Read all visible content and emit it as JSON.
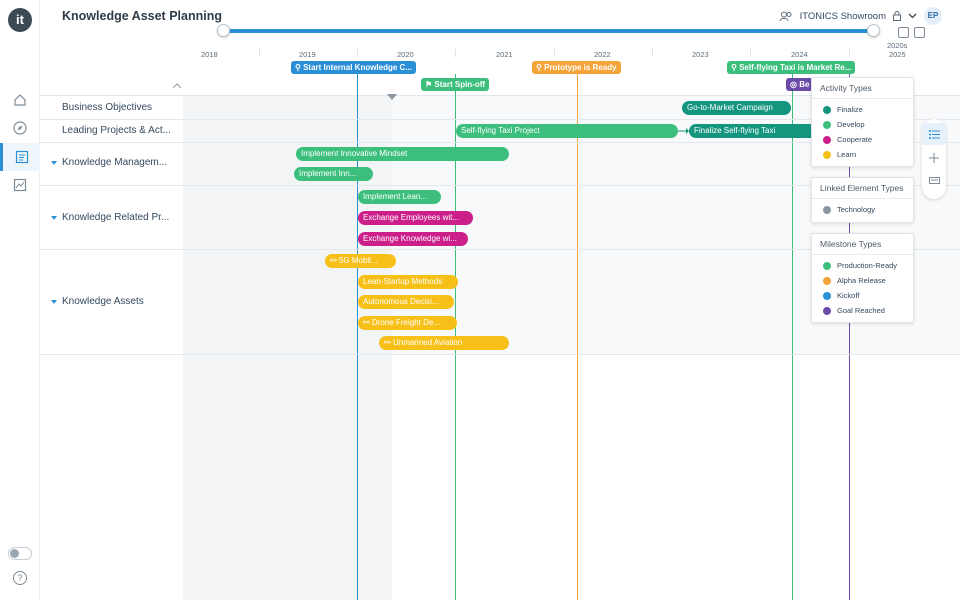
{
  "app": {
    "logo": "it",
    "title": "Knowledge Asset Planning",
    "workspace": "ITONICS Showroom",
    "user_initials": "EP"
  },
  "nav": {
    "items": [
      "home-icon",
      "compass-icon",
      "roadmap-icon",
      "chart-icon"
    ]
  },
  "timeline": {
    "decade_label": "2020s",
    "years": [
      "2018",
      "2019",
      "2020",
      "2021",
      "2022",
      "2023",
      "2024",
      "2025"
    ]
  },
  "rows": {
    "business": "Business Objectives",
    "leading": "Leading Projects & Act...",
    "management": "Knowledge Managem...",
    "related": "Knowledge Related Pr...",
    "assets": "Knowledge Assets"
  },
  "milestones": {
    "m1": "Start Internal Knowledge C...",
    "m2": "Start Spin-off",
    "m3": "Prototype is Ready",
    "m4": "Self-flying Taxi is Market Re...",
    "m5": "Be"
  },
  "bars": {
    "b1": "Go-to-Market Campaign",
    "b2": "Self-flying Taxi Project",
    "b3": "Finalize Self-flying Taxi",
    "b4": "Implement Innovative Mindset",
    "b5": "Implement Inn...",
    "b6": "Implement Lean...",
    "b7": "Exchange Employees wit...",
    "b8": "Exchange Knowledge wi...",
    "b9": "5G Mobil...",
    "b10": "Lean-Startup Methods",
    "b11": "Autonomous Decisi...",
    "b12": "Drone Freight De...",
    "b13": "Unmanned Aviation"
  },
  "legend": {
    "activity_title": "Activity Types",
    "activity": [
      "Finalize",
      "Develop",
      "Cooperate",
      "Learn"
    ],
    "linked_title": "Linked Element Types",
    "linked": [
      "Technology"
    ],
    "milestone_title": "Milestone Types",
    "milestone": [
      "Production-Ready",
      "Alpha Release",
      "Kickoff",
      "Goal Reached"
    ]
  },
  "colors": {
    "finalize": "#13957e",
    "develop": "#3cbf7d",
    "cooperate": "#cc1f8a",
    "learn": "#f6c018",
    "kickoff": "#2b8fd6",
    "alpha": "#f5a43a",
    "goal": "#6c4aa8"
  }
}
